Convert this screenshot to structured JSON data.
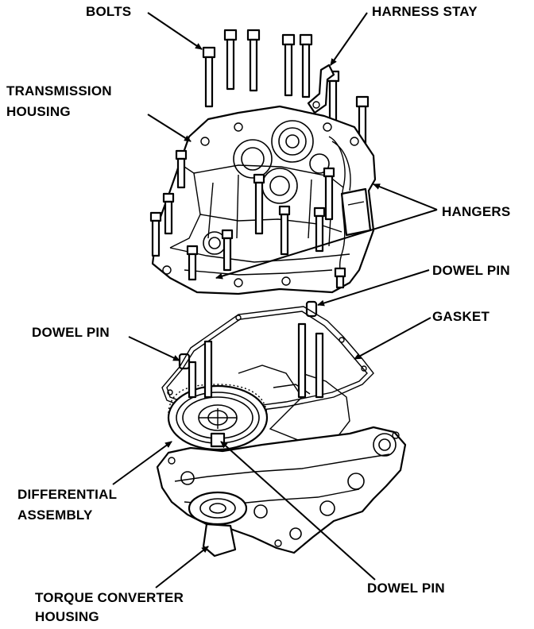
{
  "labels": {
    "bolts": "BOLTS",
    "harness_stay": "HARNESS STAY",
    "transmission_housing_1": "TRANSMISSION",
    "transmission_housing_2": "HOUSING",
    "hangers": "HANGERS",
    "dowel_pin_right": "DOWEL PIN",
    "gasket": "GASKET",
    "dowel_pin_left": "DOWEL PIN",
    "differential_assembly_1": "DIFFERENTIAL",
    "differential_assembly_2": "ASSEMBLY",
    "dowel_pin_bottom": "DOWEL PIN",
    "torque_converter_housing_1": "TORQUE CONVERTER",
    "torque_converter_housing_2": "HOUSING"
  },
  "colors": {
    "ink": "#000000",
    "paper": "#ffffff"
  }
}
